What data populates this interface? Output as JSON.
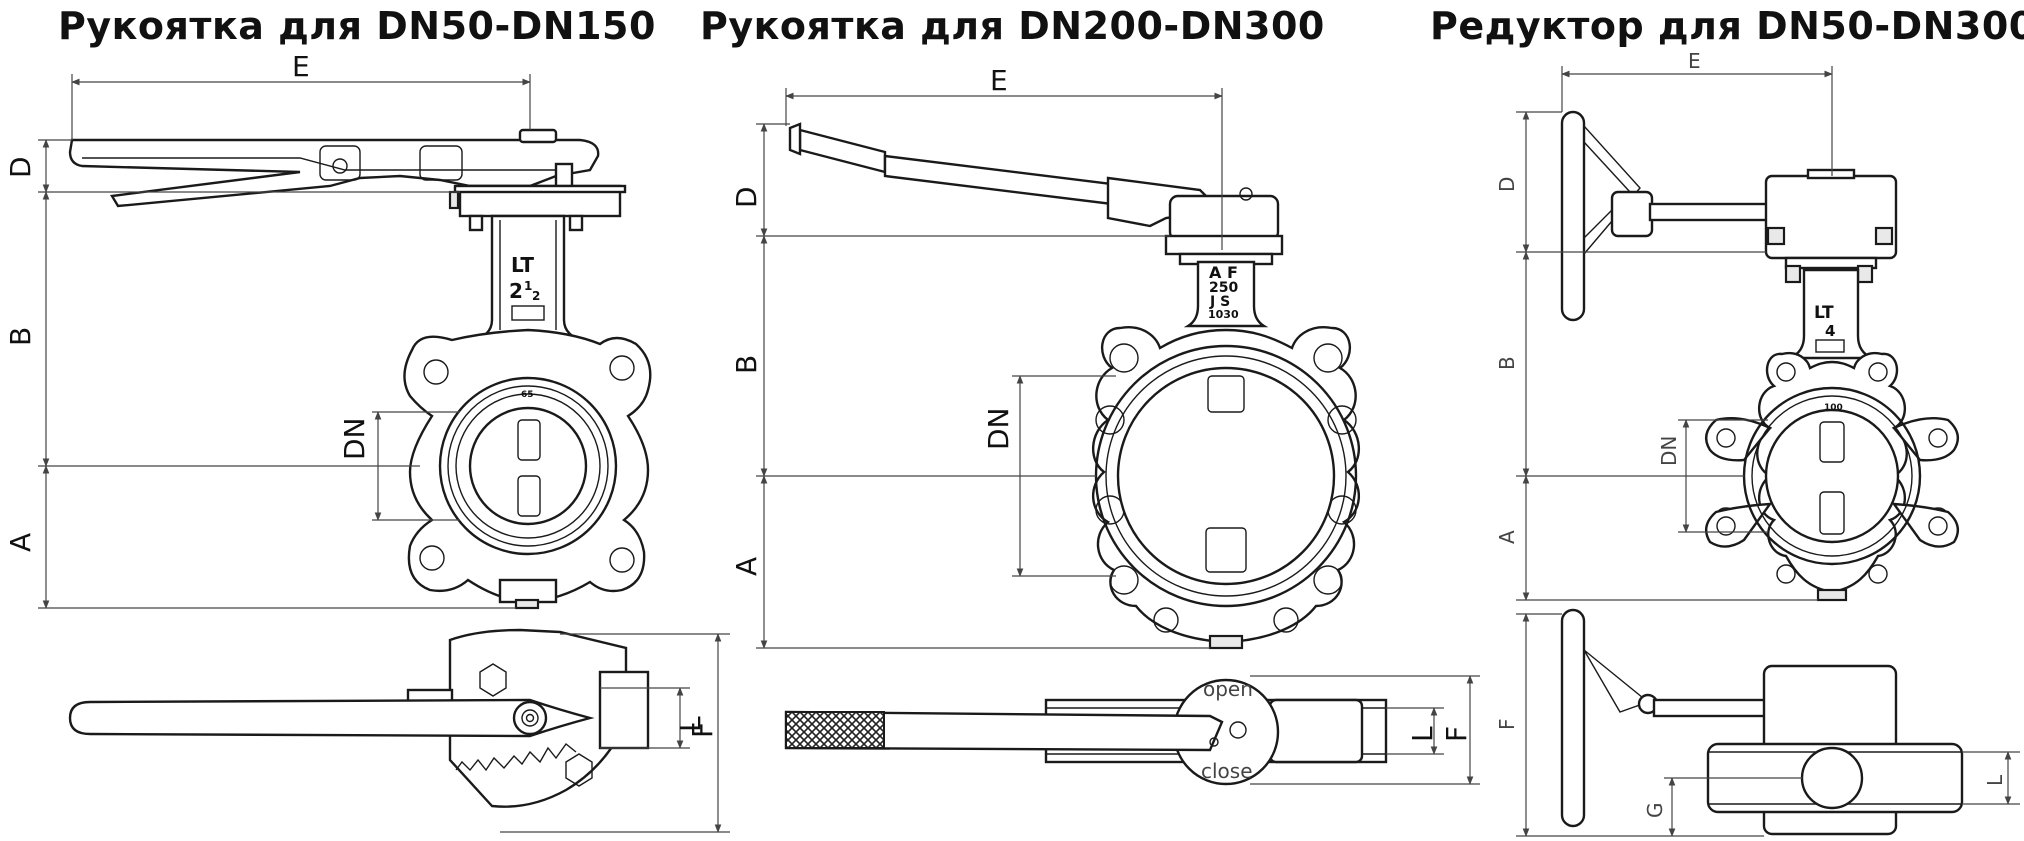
{
  "titles": {
    "handle_small": "Рукоятка для DN50-DN150",
    "handle_large": "Рукоятка для DN200-DN300",
    "gearbox": "Редуктор для DN50-DN300"
  },
  "dimension_labels": {
    "E": "E",
    "D": "D",
    "B": "B",
    "A": "A",
    "DN": "DN",
    "L": "L",
    "F": "F",
    "G": "G"
  },
  "body_markings": {
    "small": {
      "brand": "LT",
      "size_whole": "2",
      "size_num": "1",
      "size_den": "2",
      "dn": "65"
    },
    "large": {
      "line1": "A F",
      "line2": "250",
      "line3": "J S",
      "line4": "1030"
    },
    "gear": {
      "brand": "LT",
      "size": "4",
      "dn": "100"
    }
  },
  "top_view_markings": {
    "open": "open",
    "close": "close"
  }
}
